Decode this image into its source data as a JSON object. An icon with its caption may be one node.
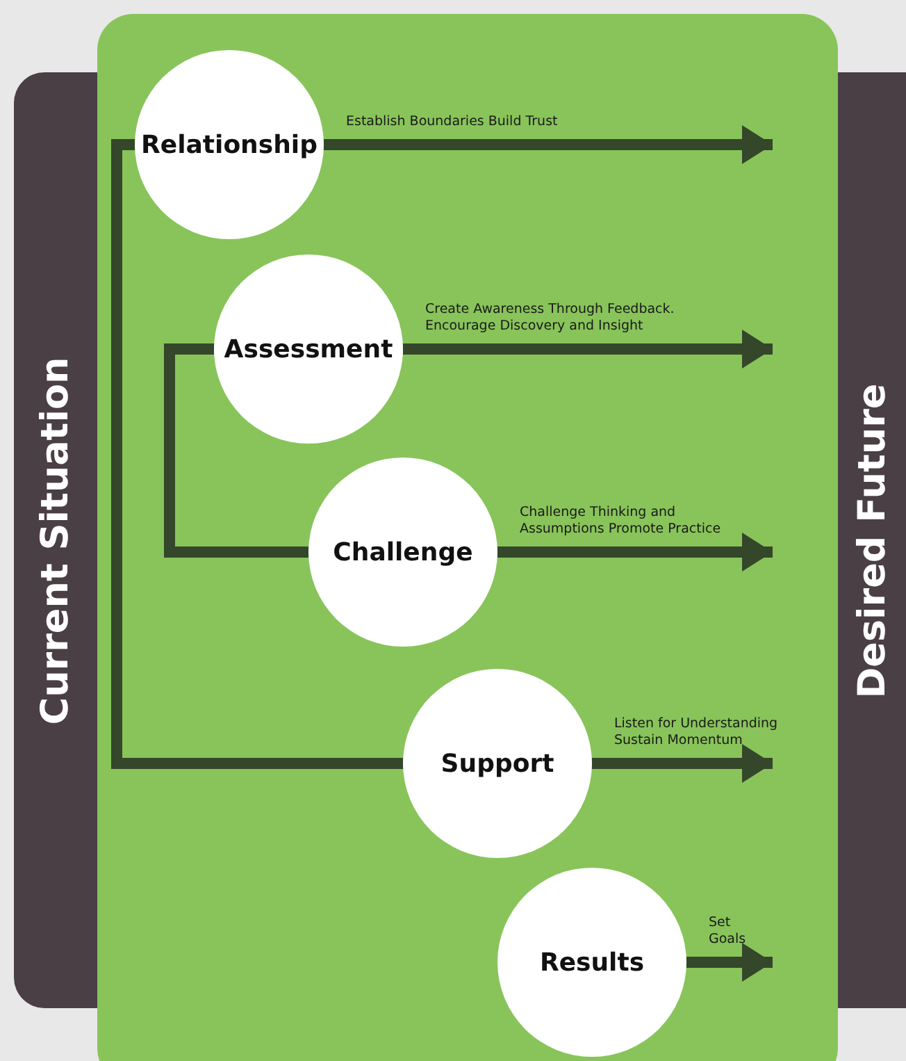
{
  "diagram": {
    "nodes": [
      {
        "text": [
          "Current Situation"
        ]
      },
      {
        "text": [
          "Desired Future"
        ]
      },
      {
        "text": [
          "Relationship"
        ]
      },
      {
        "text": [
          "Assessment"
        ]
      },
      {
        "text": [
          "Challenge"
        ]
      },
      {
        "text": [
          "Support"
        ]
      },
      {
        "text": [
          "Results"
        ]
      }
    ],
    "edges": [
      {
        "from": 2,
        "to": null,
        "arrow": "to",
        "label": "Establish Boundaries Build Trust"
      },
      {
        "from": 2,
        "to": 5,
        "arrow": "none"
      },
      {
        "from": 3,
        "to": null,
        "arrow": "to",
        "label": "Create Awareness Through Feedback. Encourage Discovery and Insight"
      },
      {
        "from": 3,
        "to": 4,
        "arrow": "none"
      },
      {
        "from": 4,
        "to": null,
        "arrow": "to",
        "label": "Challenge Thinking and Assumptions Promote Practice"
      },
      {
        "from": 5,
        "to": null,
        "arrow": "to",
        "label": "Listen for Understanding Sustain Momentum"
      },
      {
        "from": 6,
        "to": null,
        "arrow": "to",
        "label": "Set Goals"
      }
    ]
  }
}
